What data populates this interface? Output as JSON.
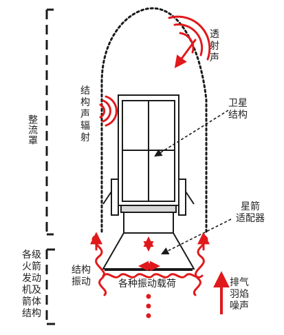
{
  "labels": {
    "fairing": "整流罩",
    "stages": [
      "各级",
      "火箭",
      "发动",
      "机及",
      "箭体",
      "结构"
    ],
    "transmitted_noise": [
      "透",
      "射",
      "声"
    ],
    "structural_radiation": [
      "结",
      "构",
      "声",
      "辐",
      "射"
    ],
    "satellite": [
      "卫星",
      "结构"
    ],
    "adapter": [
      "星箭",
      "适配器"
    ],
    "structural_vibration": [
      "结构",
      "振动"
    ],
    "vibration_loads": "各种振动载荷",
    "exhaust_noise": [
      "排气",
      "羽焰",
      "噪声"
    ]
  },
  "colors": {
    "accent": "#e0191c",
    "ink": "#1a1a1a"
  }
}
